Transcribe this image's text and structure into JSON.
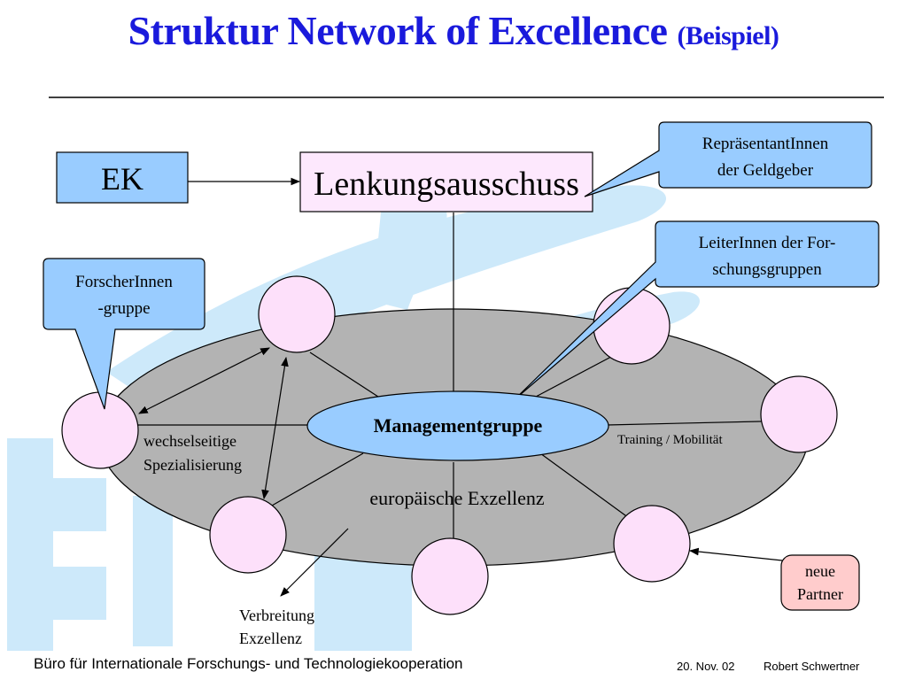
{
  "title": {
    "main": "Struktur Network of Excellence",
    "sub": "(Beispiel)"
  },
  "boxes": {
    "ek": "EK",
    "lenkung": "Lenkungsausschuss"
  },
  "callouts": {
    "geldgeber": [
      "RepräsentantInnen",
      "der Geldgeber"
    ],
    "leiter": [
      "LeiterInnen der For-",
      "schungsgruppen"
    ],
    "forscher": [
      "ForscherInnen",
      "-gruppe"
    ],
    "partner": [
      "neue",
      "Partner"
    ]
  },
  "center": {
    "management": "Managementgruppe",
    "exzellenz": "europäische Exzellenz"
  },
  "labels": {
    "spezialisierung": [
      "wechselseitige",
      "Spezialisierung"
    ],
    "training": "Training / Mobilität",
    "verbreitung": [
      "Verbreitung",
      "Exzellenz"
    ]
  },
  "footer": {
    "org": "Büro für Internationale Forschungs- und Technologiekooperation",
    "date": "20. Nov. 02",
    "author": "Robert Schwertner"
  },
  "colors": {
    "title": "#1a1adc",
    "callout_fill": "#99ccff",
    "box_fill": "#fde8fd",
    "circle_fill": "#fde0fa",
    "ellipse_fill": "#b3b3b3",
    "partner_fill": "#ffcccc",
    "watermark": "#cde9fa"
  }
}
